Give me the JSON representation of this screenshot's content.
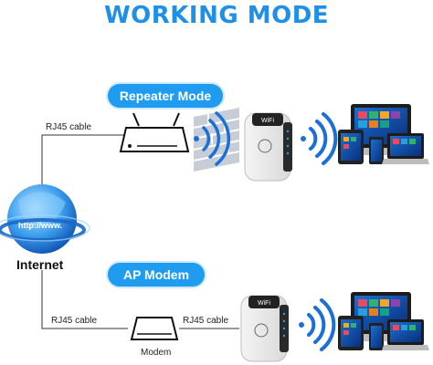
{
  "title": "WORKING MODE",
  "repeater_mode": {
    "label": "Repeater Mode",
    "cable_label": "RJ45 cable"
  },
  "ap_modem": {
    "label": "AP Modem",
    "cable_label_left": "RJ45 cable",
    "cable_label_right": "RJ45 cable",
    "modem_label": "Modem"
  },
  "globe": {
    "label": "Internet",
    "url_text": "http://www."
  },
  "extender": {
    "brand_text": "WiFi"
  },
  "colors": {
    "accent": "#1e90e8",
    "pill": "#1f9cf0",
    "wave": "#1a6fd8"
  },
  "icons": [
    "globe-icon",
    "router-icon",
    "brick-wall-icon",
    "extender-icon",
    "wifi-signal-icon",
    "laptop-icon",
    "tablet-icon",
    "phone-icon",
    "desktop-icon",
    "modem-icon"
  ]
}
